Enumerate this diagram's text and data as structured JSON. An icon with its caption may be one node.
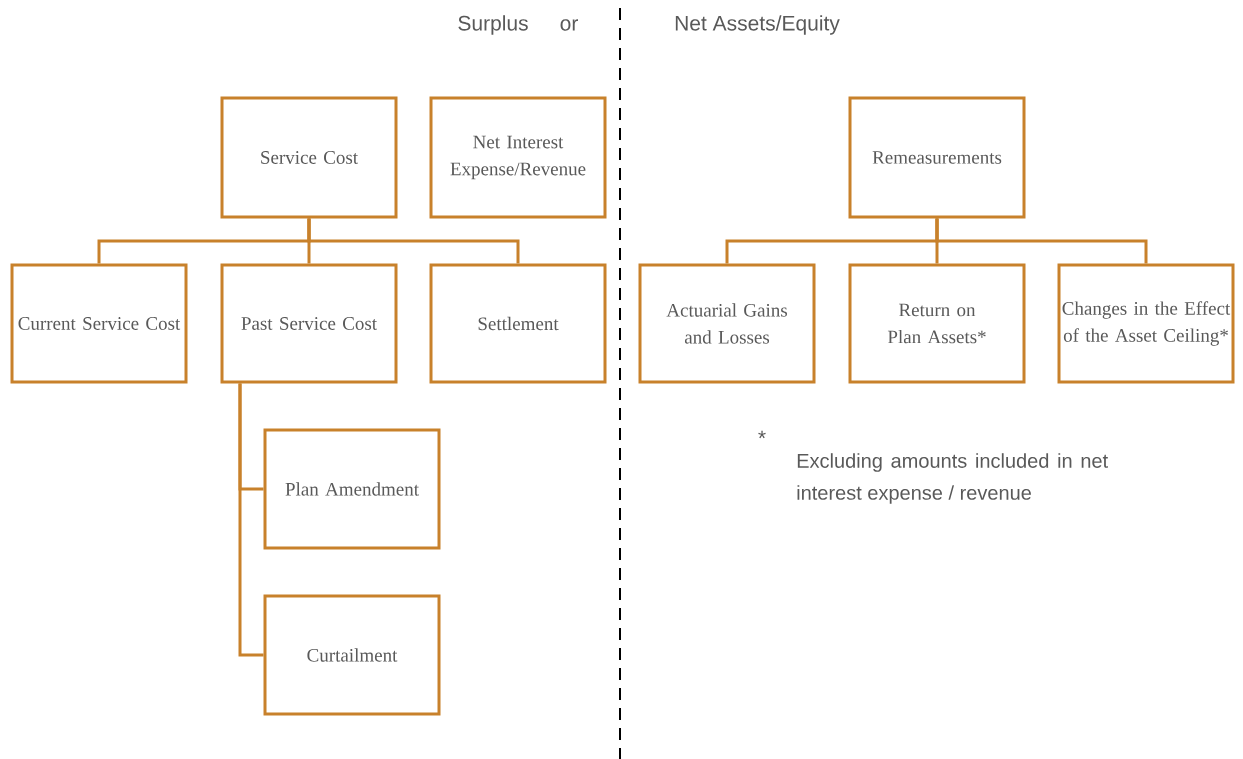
{
  "diagram": {
    "nodes": [
      {
        "text": [
          "Service Cost"
        ]
      },
      {
        "text": [
          "Net Interest Expense/Revenue"
        ]
      },
      {
        "text": [
          "Current Service Cost"
        ]
      },
      {
        "text": [
          "Past Service Cost"
        ]
      },
      {
        "text": [
          "Settlement"
        ]
      },
      {
        "text": [
          "Plan Amendment"
        ]
      },
      {
        "text": [
          "Curtailment"
        ]
      },
      {
        "text": [
          "Remeasurements"
        ]
      },
      {
        "text": [
          "Actuarial Gains and Losses"
        ]
      },
      {
        "text": [
          "Return on Plan Assets*"
        ]
      },
      {
        "text": [
          "Changes in the Effect of the Asset Ceiling*"
        ]
      }
    ],
    "edges": [
      {
        "from": 0,
        "to": 2,
        "arrow": "none"
      },
      {
        "from": 0,
        "to": 3,
        "arrow": "none"
      },
      {
        "from": 0,
        "to": 4,
        "arrow": "none"
      },
      {
        "from": 3,
        "to": 5,
        "arrow": "none"
      },
      {
        "from": 3,
        "to": 6,
        "arrow": "none"
      },
      {
        "from": 7,
        "to": 8,
        "arrow": "none"
      },
      {
        "from": 7,
        "to": 9,
        "arrow": "none"
      },
      {
        "from": 7,
        "to": 10,
        "arrow": "none"
      }
    ],
    "labels": [
      "Surplus",
      "or",
      "Net Assets/Equity",
      "*",
      "Excluding amounts included in net interest expense / revenue"
    ]
  }
}
